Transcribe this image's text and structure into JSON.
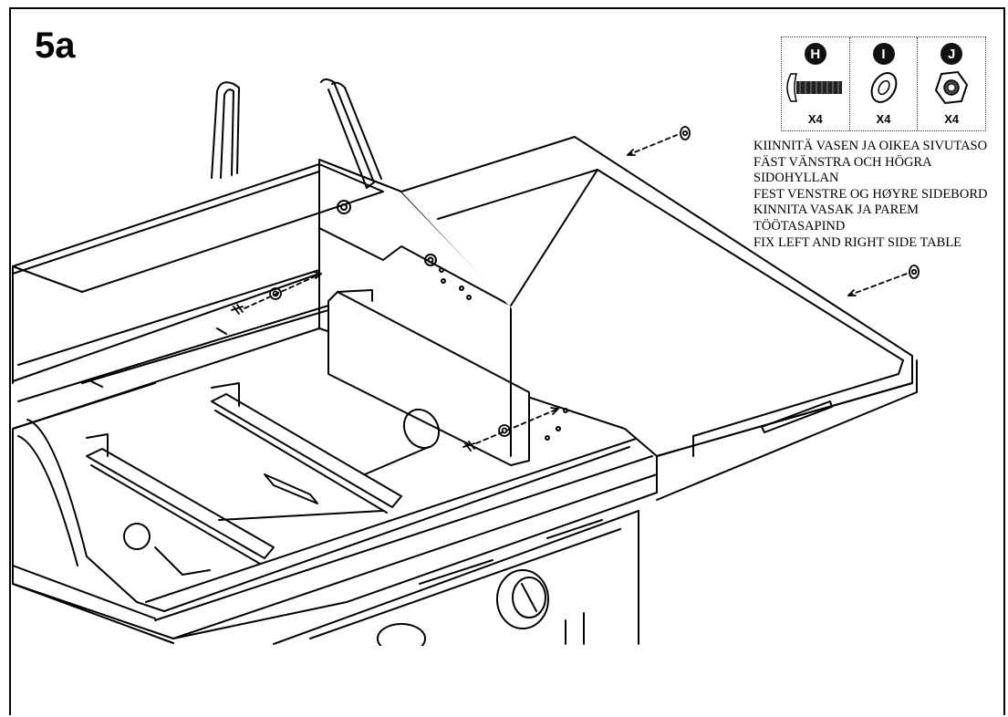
{
  "step_label": "5a",
  "parts": [
    {
      "letter": "H",
      "icon": "bolt-icon",
      "qty": "X4"
    },
    {
      "letter": "I",
      "icon": "washer-icon",
      "qty": "X4"
    },
    {
      "letter": "J",
      "icon": "nut-icon",
      "qty": "X4"
    }
  ],
  "instructions": [
    "KIINNITÄ VASEN JA OIKEA SIVUTASO",
    "FÄST VÄNSTRA OCH HÖGRA",
    "SIDOHYLLAN",
    "FEST VENSTRE OG HØYRE SIDEBORD",
    "KINNITA VASAK JA PAREM",
    "TÖÖTASAPIND",
    "FIX LEFT AND RIGHT SIDE TABLE"
  ]
}
